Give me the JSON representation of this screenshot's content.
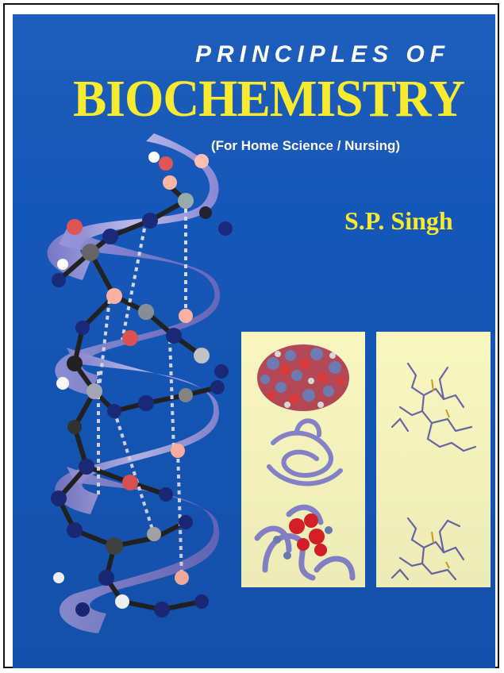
{
  "cover": {
    "title_line1": "PRINCIPLES OF",
    "title_line2": "BIOCHEMISTRY",
    "subtitle": "(For Home Science / Nursing)",
    "author": "S.P. Singh"
  },
  "colors": {
    "background": "#1557b8",
    "title_yellow": "#f8ea2a",
    "title_white": "#ffffff",
    "panel": "#fdfcc4",
    "helix_ribbon": "#a9a6de"
  },
  "images": {
    "helix": "protein-alpha-helix-ball-and-stick-illustration",
    "panel_left": "space-filling-and-ribbon-protein-models",
    "panel_right": "stick-molecular-structure-models"
  }
}
